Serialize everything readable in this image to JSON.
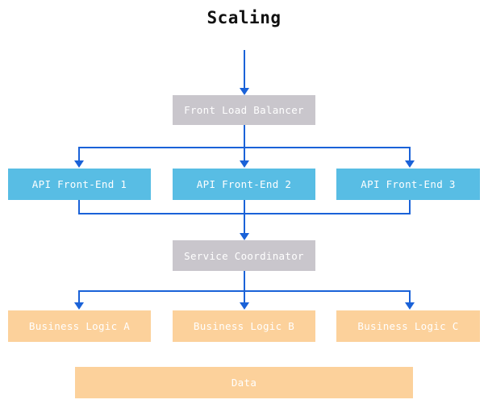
{
  "title": "Scaling",
  "diagram": {
    "type": "flow-diagram",
    "colors": {
      "background": "#ffffff",
      "title_text": "#111111",
      "gray_node": "#c9c6cc",
      "blue_node": "#58bde4",
      "peach_node": "#fcd19b",
      "node_text": "#ffffff",
      "arrow": "#1a62d8"
    },
    "tiers": [
      {
        "name": "entry",
        "nodes": [
          {
            "id": "front-load-balancer",
            "label": "Front Load Balancer",
            "style": "gray"
          }
        ]
      },
      {
        "name": "api-front-ends",
        "nodes": [
          {
            "id": "api-front-end-1",
            "label": "API Front-End 1",
            "style": "blue"
          },
          {
            "id": "api-front-end-2",
            "label": "API Front-End 2",
            "style": "blue"
          },
          {
            "id": "api-front-end-3",
            "label": "API Front-End 3",
            "style": "blue"
          }
        ]
      },
      {
        "name": "coordinator",
        "nodes": [
          {
            "id": "service-coordinator",
            "label": "Service Coordinator",
            "style": "gray"
          }
        ]
      },
      {
        "name": "business-logic",
        "nodes": [
          {
            "id": "business-logic-a",
            "label": "Business Logic A",
            "style": "peach"
          },
          {
            "id": "business-logic-b",
            "label": "Business Logic B",
            "style": "peach"
          },
          {
            "id": "business-logic-c",
            "label": "Business Logic C",
            "style": "peach"
          }
        ]
      },
      {
        "name": "storage",
        "nodes": [
          {
            "id": "data",
            "label": "Data",
            "style": "peach"
          }
        ]
      }
    ],
    "edges": [
      {
        "from": "external-traffic",
        "to": "front-load-balancer"
      },
      {
        "from": "front-load-balancer",
        "to": "api-front-end-1"
      },
      {
        "from": "front-load-balancer",
        "to": "api-front-end-2"
      },
      {
        "from": "front-load-balancer",
        "to": "api-front-end-3"
      },
      {
        "from": "api-front-end-1",
        "to": "service-coordinator"
      },
      {
        "from": "api-front-end-2",
        "to": "service-coordinator"
      },
      {
        "from": "api-front-end-3",
        "to": "service-coordinator"
      },
      {
        "from": "service-coordinator",
        "to": "business-logic-a"
      },
      {
        "from": "service-coordinator",
        "to": "business-logic-b"
      },
      {
        "from": "service-coordinator",
        "to": "business-logic-c"
      }
    ]
  }
}
